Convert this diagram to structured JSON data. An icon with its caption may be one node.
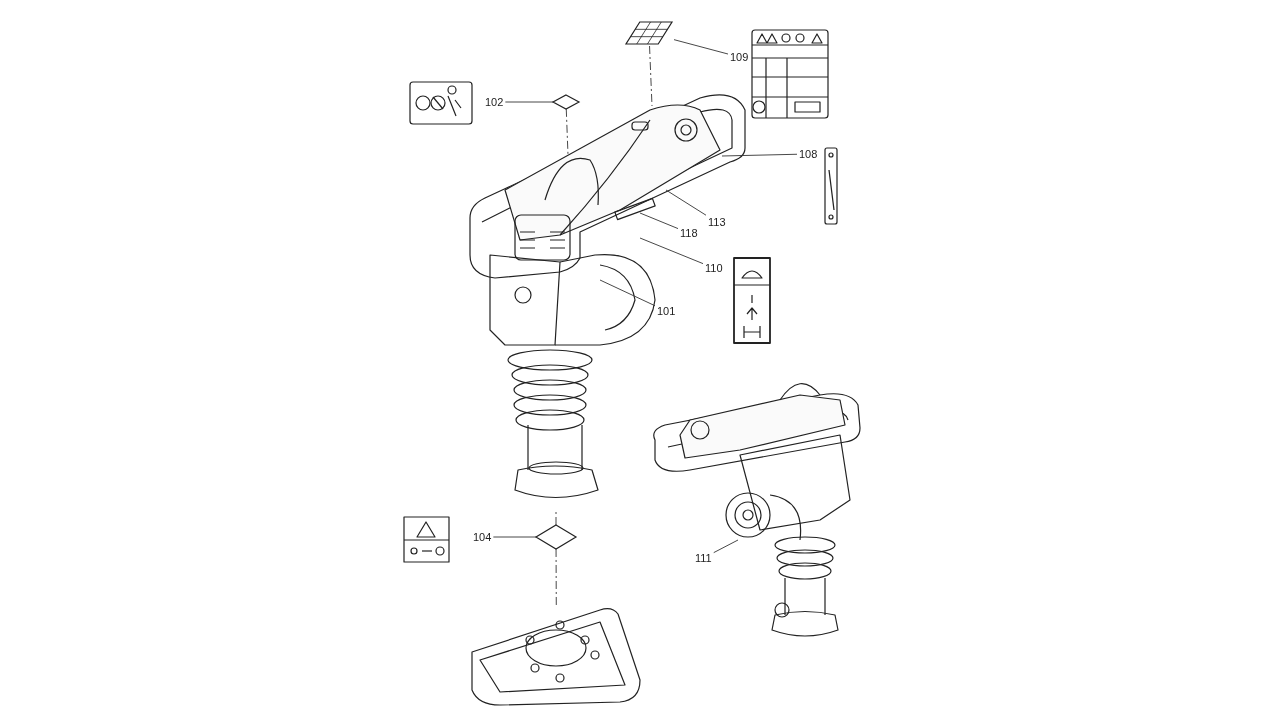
{
  "diagram": {
    "nodes": [
      {
        "text": [],
        "shape": "picture"
      },
      {
        "text": [
          "109"
        ]
      },
      {
        "text": [
          "102"
        ]
      },
      {
        "text": [],
        "shape": "diamond"
      },
      {
        "text": [
          "108"
        ]
      },
      {
        "text": [
          "113"
        ]
      },
      {
        "text": [
          "118"
        ]
      },
      {
        "text": [
          "110"
        ]
      },
      {
        "text": [
          "101"
        ]
      },
      {
        "text": [
          "104"
        ]
      },
      {
        "text": [],
        "shape": "diamond"
      },
      {
        "text": [
          "111"
        ]
      },
      {
        "text": [],
        "shape": "picture"
      }
    ],
    "edges": [
      {
        "from": 1,
        "to": 0,
        "arrow": "none"
      },
      {
        "from": 2,
        "to": 3,
        "arrow": "none"
      },
      {
        "from": 4,
        "to": null,
        "arrow": "none"
      },
      {
        "from": 5,
        "to": null,
        "arrow": "none"
      },
      {
        "from": 6,
        "to": null,
        "arrow": "none"
      },
      {
        "from": 7,
        "to": null,
        "arrow": "none"
      },
      {
        "from": 8,
        "to": null,
        "arrow": "none"
      },
      {
        "from": 9,
        "to": 10,
        "arrow": "none"
      },
      {
        "from": 11,
        "to": null,
        "arrow": "none"
      },
      {
        "from": 0,
        "to": null,
        "arrow": "none",
        "style": "dashed"
      },
      {
        "from": 3,
        "to": null,
        "arrow": "none",
        "style": "dashed"
      },
      {
        "from": 10,
        "to": null,
        "arrow": "none",
        "style": "dashed"
      },
      {
        "from": 10,
        "to": 12,
        "arrow": "none",
        "style": "dashed"
      }
    ]
  }
}
